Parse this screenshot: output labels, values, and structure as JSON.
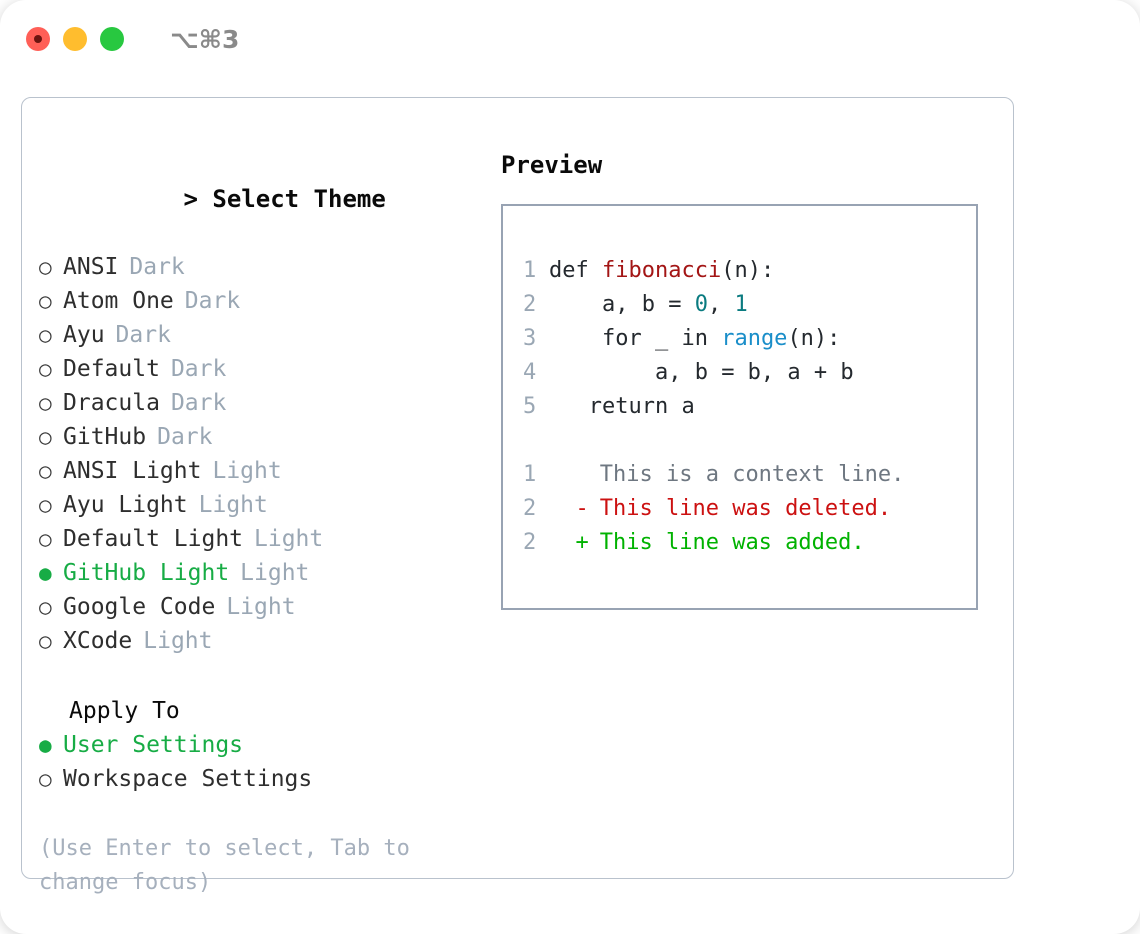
{
  "window": {
    "traffic_lights": [
      {
        "name": "close",
        "color": "#ff5f57"
      },
      {
        "name": "minimize",
        "color": "#ffbd2e"
      },
      {
        "name": "maximize",
        "color": "#28c840"
      }
    ],
    "shortcut": "⌥⌘3"
  },
  "theme_list": {
    "header_caret": ">",
    "header": "Select Theme",
    "selected_bullet": "●",
    "unselected_bullet": "○",
    "items": [
      {
        "name": "ANSI",
        "kind": "Dark",
        "selected": false
      },
      {
        "name": "Atom One",
        "kind": "Dark",
        "selected": false
      },
      {
        "name": "Ayu",
        "kind": "Dark",
        "selected": false
      },
      {
        "name": "Default",
        "kind": "Dark",
        "selected": false
      },
      {
        "name": "Dracula",
        "kind": "Dark",
        "selected": false
      },
      {
        "name": "GitHub",
        "kind": "Dark",
        "selected": false
      },
      {
        "name": "ANSI Light",
        "kind": "Light",
        "selected": false
      },
      {
        "name": "Ayu Light",
        "kind": "Light",
        "selected": false
      },
      {
        "name": "Default Light",
        "kind": "Light",
        "selected": false
      },
      {
        "name": "GitHub Light",
        "kind": "Light",
        "selected": true
      },
      {
        "name": "Google Code",
        "kind": "Light",
        "selected": false
      },
      {
        "name": "XCode",
        "kind": "Light",
        "selected": false
      }
    ]
  },
  "apply_to": {
    "header": "Apply To",
    "options": [
      {
        "label": "User Settings",
        "selected": true
      },
      {
        "label": "Workspace Settings",
        "selected": false
      }
    ]
  },
  "hint": "(Use Enter to select, Tab to change focus)",
  "preview": {
    "title": "Preview",
    "code_lines": [
      {
        "num": "1",
        "indent": "",
        "segments": [
          {
            "text": "def ",
            "token": "plain"
          },
          {
            "text": "fibonacci",
            "token": "function"
          },
          {
            "text": "(n):",
            "token": "plain"
          }
        ]
      },
      {
        "num": "2",
        "indent": "    ",
        "segments": [
          {
            "text": "a, b = ",
            "token": "plain"
          },
          {
            "text": "0",
            "token": "number"
          },
          {
            "text": ", ",
            "token": "plain"
          },
          {
            "text": "1",
            "token": "number"
          }
        ]
      },
      {
        "num": "3",
        "indent": "    ",
        "segments": [
          {
            "text": "for _ in ",
            "token": "plain"
          },
          {
            "text": "range",
            "token": "builtin"
          },
          {
            "text": "(n):",
            "token": "plain"
          }
        ]
      },
      {
        "num": "4",
        "indent": "        ",
        "segments": [
          {
            "text": "a, b = b, a + b",
            "token": "plain"
          }
        ]
      },
      {
        "num": "5",
        "indent": "   ",
        "segments": [
          {
            "text": "return a",
            "token": "plain"
          }
        ]
      }
    ],
    "diff_lines": [
      {
        "num": "1",
        "marker": " ",
        "text": " This is a context line.",
        "kind": "context"
      },
      {
        "num": "2",
        "marker": "-",
        "text": " This line was deleted.",
        "kind": "deleted"
      },
      {
        "num": "2",
        "marker": "+",
        "text": " This line was added.",
        "kind": "added"
      }
    ]
  },
  "colors": {
    "accent_green": "#17ac45",
    "diff_added": "#00b200",
    "diff_deleted": "#cc1111",
    "function_red": "#a31515",
    "number_teal": "#0a7b80",
    "builtin_blue": "#1a8ec9",
    "muted": "#9aa7b4",
    "border": "#b9c2cd"
  }
}
